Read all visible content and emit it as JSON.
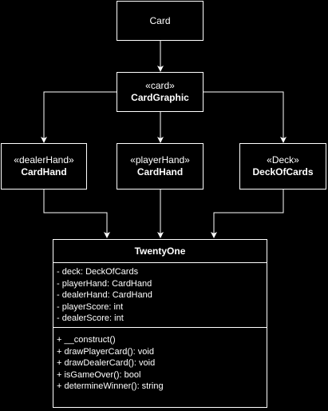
{
  "colors": {
    "background": "#000000",
    "foreground": "#ffffff"
  },
  "nodes": {
    "card": {
      "label": "Card"
    },
    "card_graphic": {
      "stereotype": "«card»",
      "name": "CardGraphic"
    },
    "dealer_hand": {
      "stereotype": "«dealerHand»",
      "name": "CardHand"
    },
    "player_hand": {
      "stereotype": "«playerHand»",
      "name": "CardHand"
    },
    "deck": {
      "stereotype": "«Deck»",
      "name": "DeckOfCards"
    }
  },
  "class_twenty_one": {
    "name": "TwentyOne",
    "attributes": [
      "- deck: DeckOfCards",
      "- playerHand: CardHand",
      "- dealerHand: CardHand",
      "- playerScore: int",
      "- dealerScore: int"
    ],
    "operations": [
      "+ __construct()",
      "+ drawPlayerCard(): void",
      "+ drawDealerCard(): void",
      "+ isGameOver(): bool",
      "+ determineWinner(): string"
    ]
  }
}
